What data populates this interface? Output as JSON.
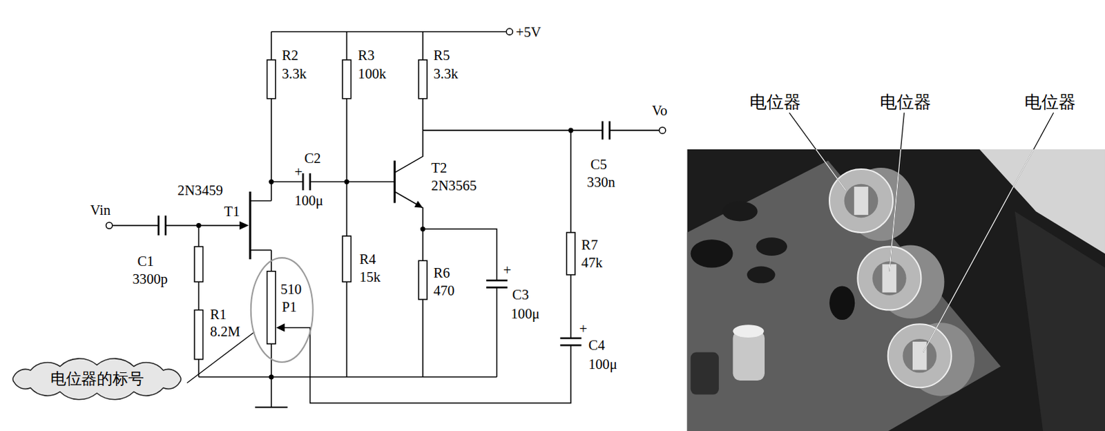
{
  "diagram": {
    "nodes": [
      {
        "text": [
          "510",
          "P1"
        ]
      },
      {
        "text": [
          "电位器的标号"
        ]
      }
    ],
    "edges": [
      {
        "from": 1,
        "to": 0,
        "arrow": "none"
      }
    ],
    "labels": [
      "+5V",
      "R2",
      "3.3k",
      "R3",
      "100k",
      "R5",
      "3.3k",
      "Vo",
      "C5",
      "330n",
      "Vin",
      "C1",
      "3300p",
      "2N3459",
      "T1",
      "+",
      "C2",
      "100μ",
      "T2",
      "2N3565",
      "R4",
      "15k",
      "R6",
      "470",
      "+",
      "C3",
      "100μ",
      "R7",
      "47k",
      "+",
      "C4",
      "100μ",
      "R1",
      "8.2M",
      "电位器",
      "电位器",
      "电位器"
    ]
  }
}
